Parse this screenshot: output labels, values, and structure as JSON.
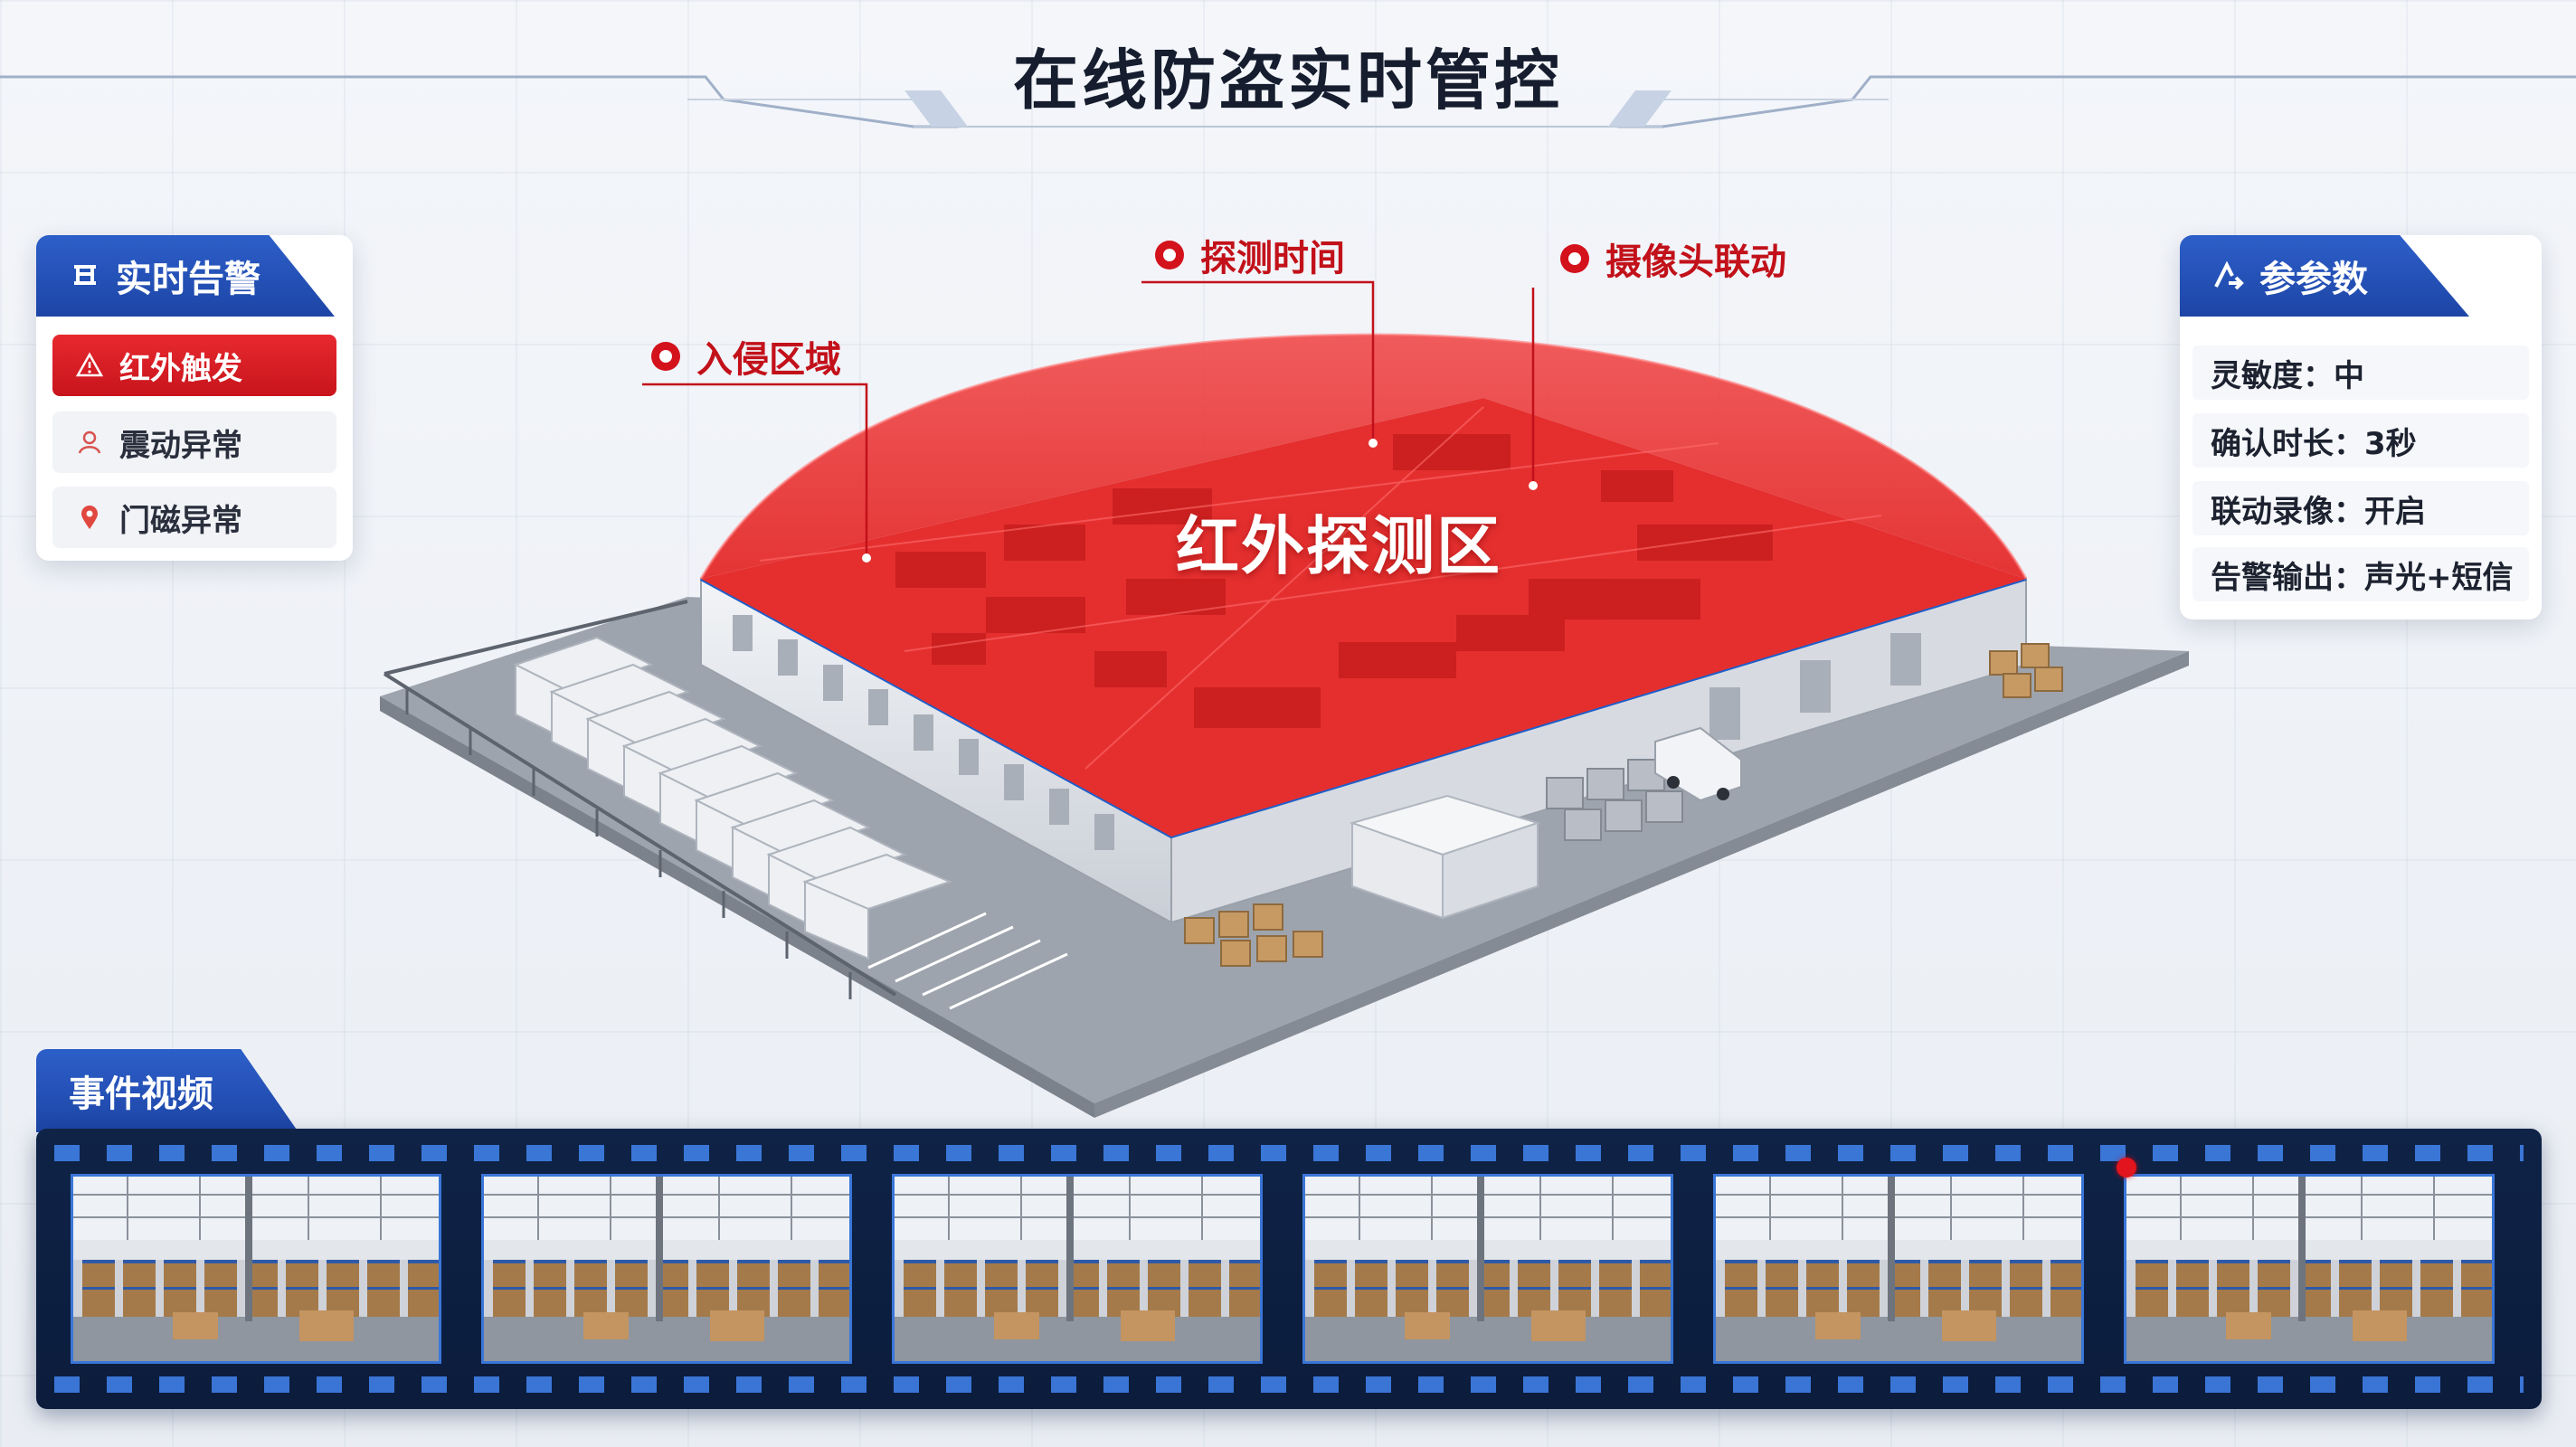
{
  "header": {
    "title": "在线防盗实时管控"
  },
  "alerts": {
    "title": "实时告警",
    "items": [
      {
        "label": "红外触发",
        "icon": "warning-triangle-icon",
        "active": true
      },
      {
        "label": "震动异常",
        "icon": "person-icon",
        "active": false
      },
      {
        "label": "门磁异常",
        "icon": "location-pin-icon",
        "active": false
      }
    ]
  },
  "params": {
    "title": "参参数",
    "rows": [
      {
        "label": "灵敏度：中"
      },
      {
        "label": "确认时长：3秒"
      },
      {
        "label": "联动录像：开启"
      },
      {
        "label": "告警输出：声光+短信"
      }
    ]
  },
  "scene": {
    "zone_label": "红外探测区",
    "callouts": [
      {
        "label": "入侵区域"
      },
      {
        "label": "探测时间"
      },
      {
        "label": "摄像头联动"
      }
    ]
  },
  "video": {
    "title": "事件视频",
    "frames": [
      {
        "name": "video-frame-1"
      },
      {
        "name": "video-frame-2"
      },
      {
        "name": "video-frame-3"
      },
      {
        "name": "video-frame-4"
      },
      {
        "name": "video-frame-5"
      },
      {
        "name": "video-frame-6"
      }
    ]
  },
  "colors": {
    "accent_blue": "#1d45a6",
    "alert_red": "#d3121c",
    "zone_red": "#ef3b3b",
    "film_navy": "#0f2347"
  }
}
